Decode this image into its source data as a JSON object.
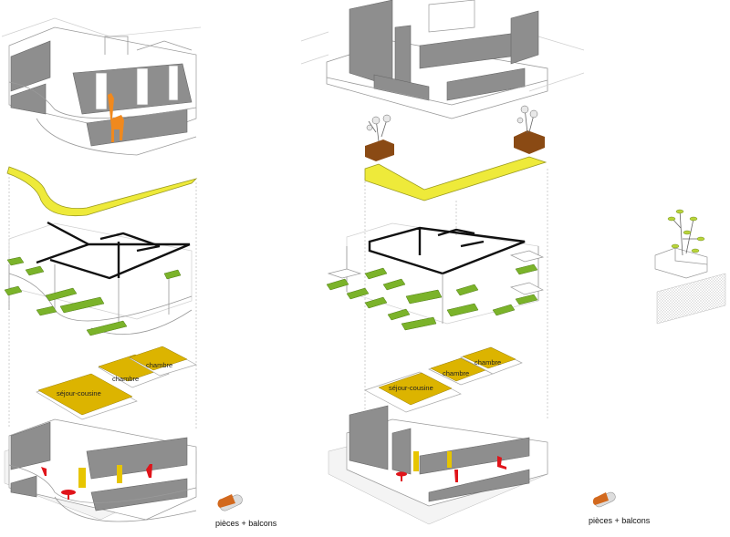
{
  "left_column": {
    "rooms": {
      "living": "séjour-cousine",
      "bedroom1": "chambre",
      "bedroom2": "chambre"
    },
    "caption": "pièces + balcons"
  },
  "middle_column": {
    "rooms": {
      "living": "séjour-cousine",
      "bedroom1": "chambre",
      "bedroom2": "chambre"
    },
    "caption": "pièces + balcons"
  },
  "colors": {
    "roof": "#eeea3a",
    "balcony": "#7bb32a",
    "room": "#dcb400",
    "accent": "#e0141a",
    "giraffe": "#f0891e",
    "planter": "#8a4a14"
  }
}
